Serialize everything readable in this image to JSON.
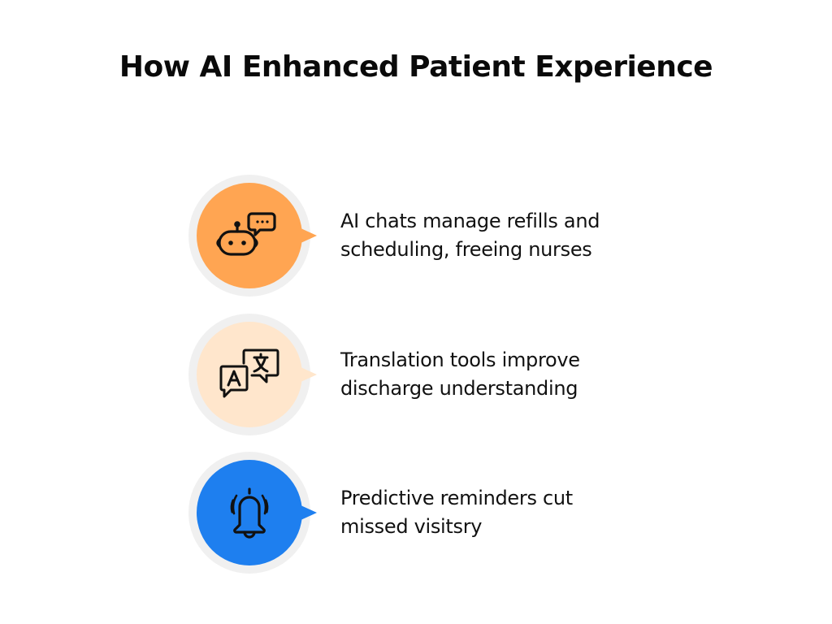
{
  "title": "How AI Enhanced Patient Experience",
  "items": [
    {
      "icon": "robot-chat-icon",
      "color": "#FFA552",
      "line1": "AI chats manage refills and",
      "line2": "scheduling, freeing nurses"
    },
    {
      "icon": "translate-icon",
      "color": "#FFE6CC",
      "line1": "Translation tools improve",
      "line2": "discharge understanding"
    },
    {
      "icon": "bell-alert-icon",
      "color": "#1E7FEF",
      "line1": "Predictive reminders cut",
      "line2": "missed visitsry"
    }
  ],
  "colors": {
    "ring": "#F0F0F0",
    "text": "#111111",
    "icon_stroke": "#111111"
  }
}
